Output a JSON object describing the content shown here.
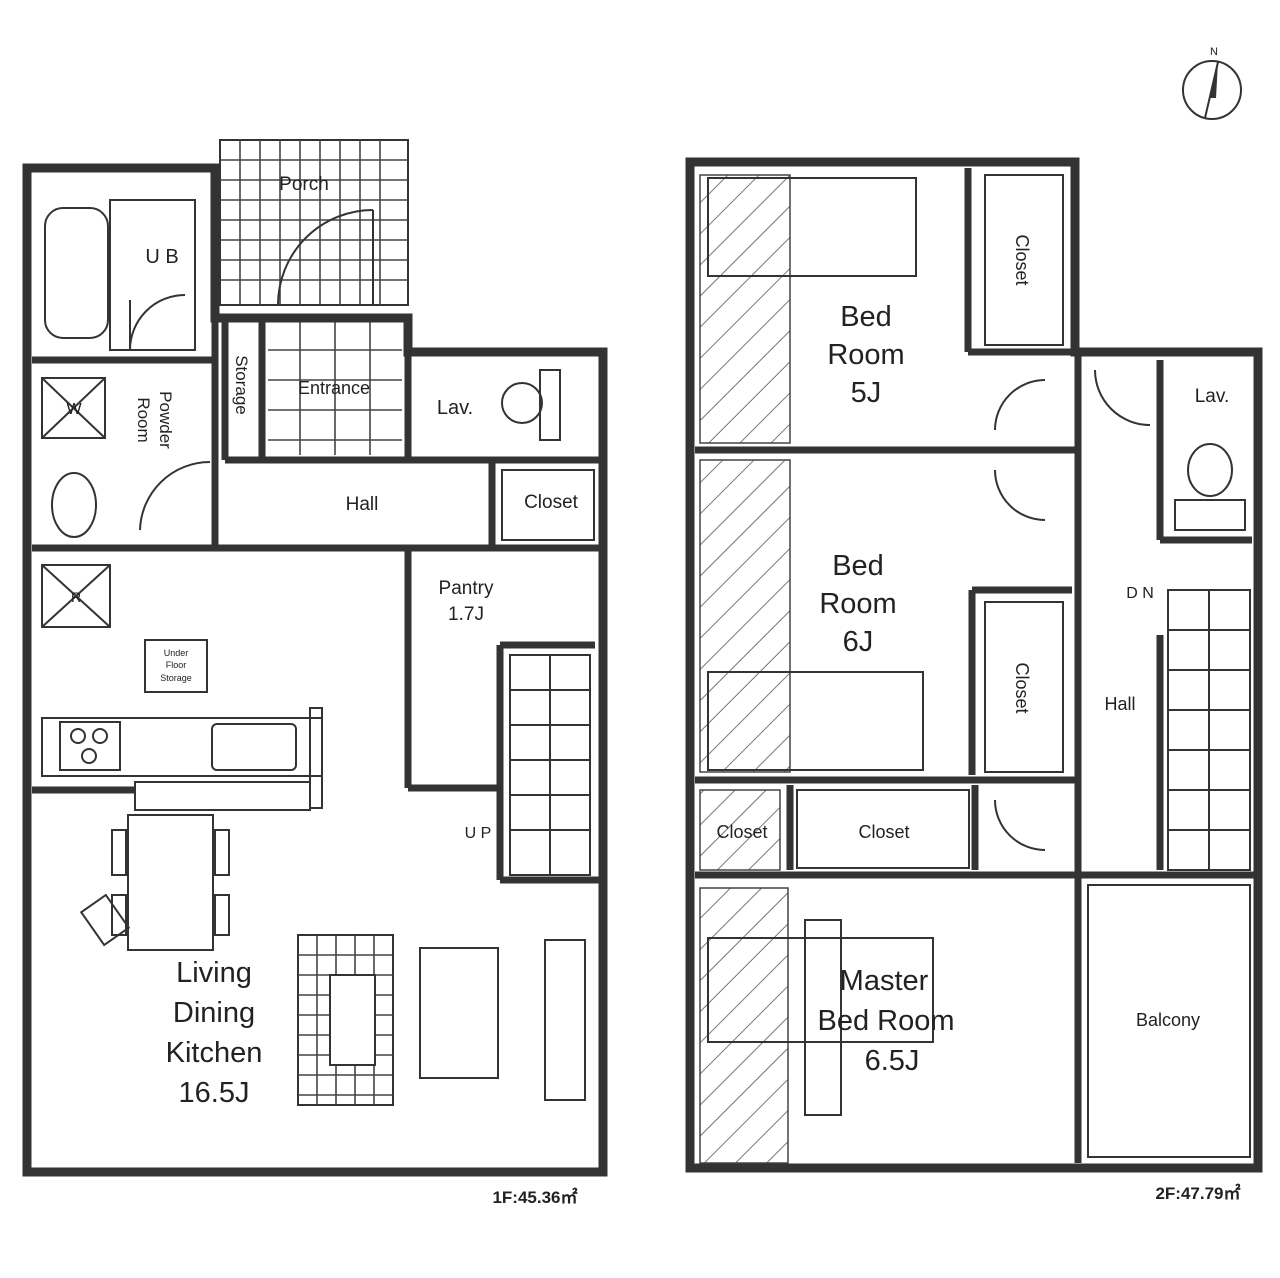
{
  "floor1": {
    "rooms": {
      "ub": "U B",
      "porch": "Porch",
      "storage": "Storage",
      "entrance": "Entrance",
      "lav": "Lav.",
      "powder_room": [
        "Powder",
        "Room"
      ],
      "hall": "Hall",
      "closet": "Closet",
      "pantry": [
        "Pantry",
        "1.7J"
      ],
      "underfloor_storage": [
        "Under",
        "Floor",
        "Storage"
      ],
      "up": "U P",
      "ldk": [
        "Living",
        "Dining",
        "Kitchen",
        "16.5J"
      ],
      "washer_mark": "W",
      "fridge_mark": "R"
    },
    "area": "1F:45.36㎡"
  },
  "floor2": {
    "rooms": {
      "bed5": [
        "Bed",
        "Room",
        "5J"
      ],
      "bed6": [
        "Bed",
        "Room",
        "6J"
      ],
      "master": [
        "Master",
        "Bed Room",
        "6.5J"
      ],
      "closet": "Closet",
      "lav": "Lav.",
      "dn": "D N",
      "hall": "Hall",
      "balcony": "Balcony"
    },
    "area": "2F:47.79㎡"
  },
  "compass": {
    "north_label": "N"
  }
}
